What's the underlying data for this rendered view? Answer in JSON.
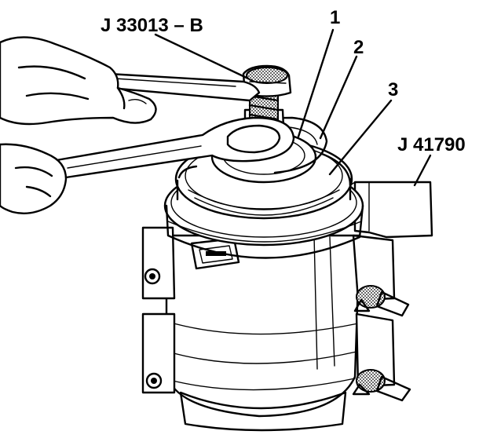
{
  "labels": {
    "tool_upper": "J 33013 – B",
    "tool_right": "J 41790",
    "callout_1": "1",
    "callout_2": "2",
    "callout_3": "3"
  },
  "colors": {
    "ink": "#000000",
    "paper": "#ffffff",
    "shading": "#9a9a9a"
  }
}
